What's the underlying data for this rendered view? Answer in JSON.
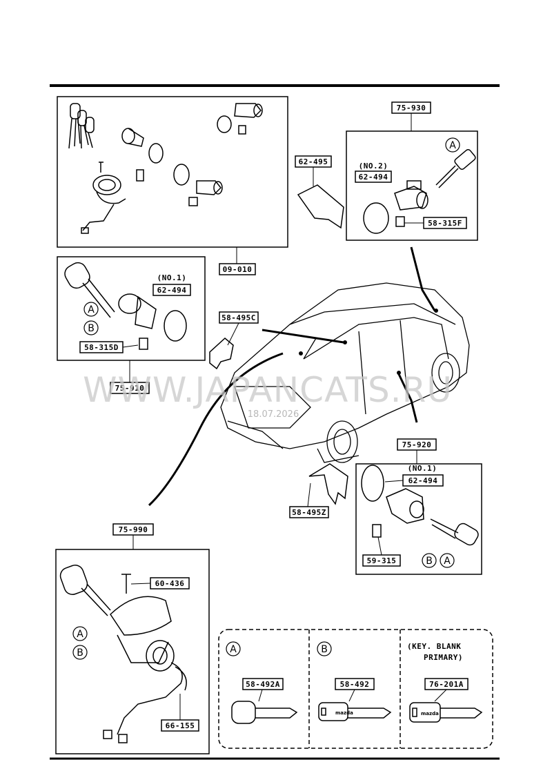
{
  "watermark": {
    "site": "WWW.JAPANCATS.RU",
    "date": "18.07.2026"
  },
  "parts": {
    "p09_010": "09-010",
    "p75_930": "75-930",
    "p62_495": "62-495",
    "p62_494_no2": "62-494",
    "no2": "(NO.2)",
    "p58_315f": "58-315F",
    "p62_494_no1": "62-494",
    "no1": "(NO.1)",
    "p58_315d": "58-315D",
    "p75_910": "75-910",
    "p58_495c": "58-495C",
    "p75_920": "75-920",
    "no1_b": "(NO.1)",
    "p62_494_right": "62-494",
    "p58_495z": "58-495Z",
    "p59_315": "59-315",
    "p75_990": "75-990",
    "p60_436": "60-436",
    "p66_155": "66-155",
    "p58_492a": "58-492A",
    "p58_492": "58-492",
    "p76_201a": "76-201A"
  },
  "key_legend": {
    "a": "A",
    "b": "B",
    "blank_line1": "(KEY. BLANK",
    "blank_line2": "PRIMARY)",
    "brand": "mazda"
  },
  "callouts": {
    "a": "A",
    "b": "B"
  }
}
